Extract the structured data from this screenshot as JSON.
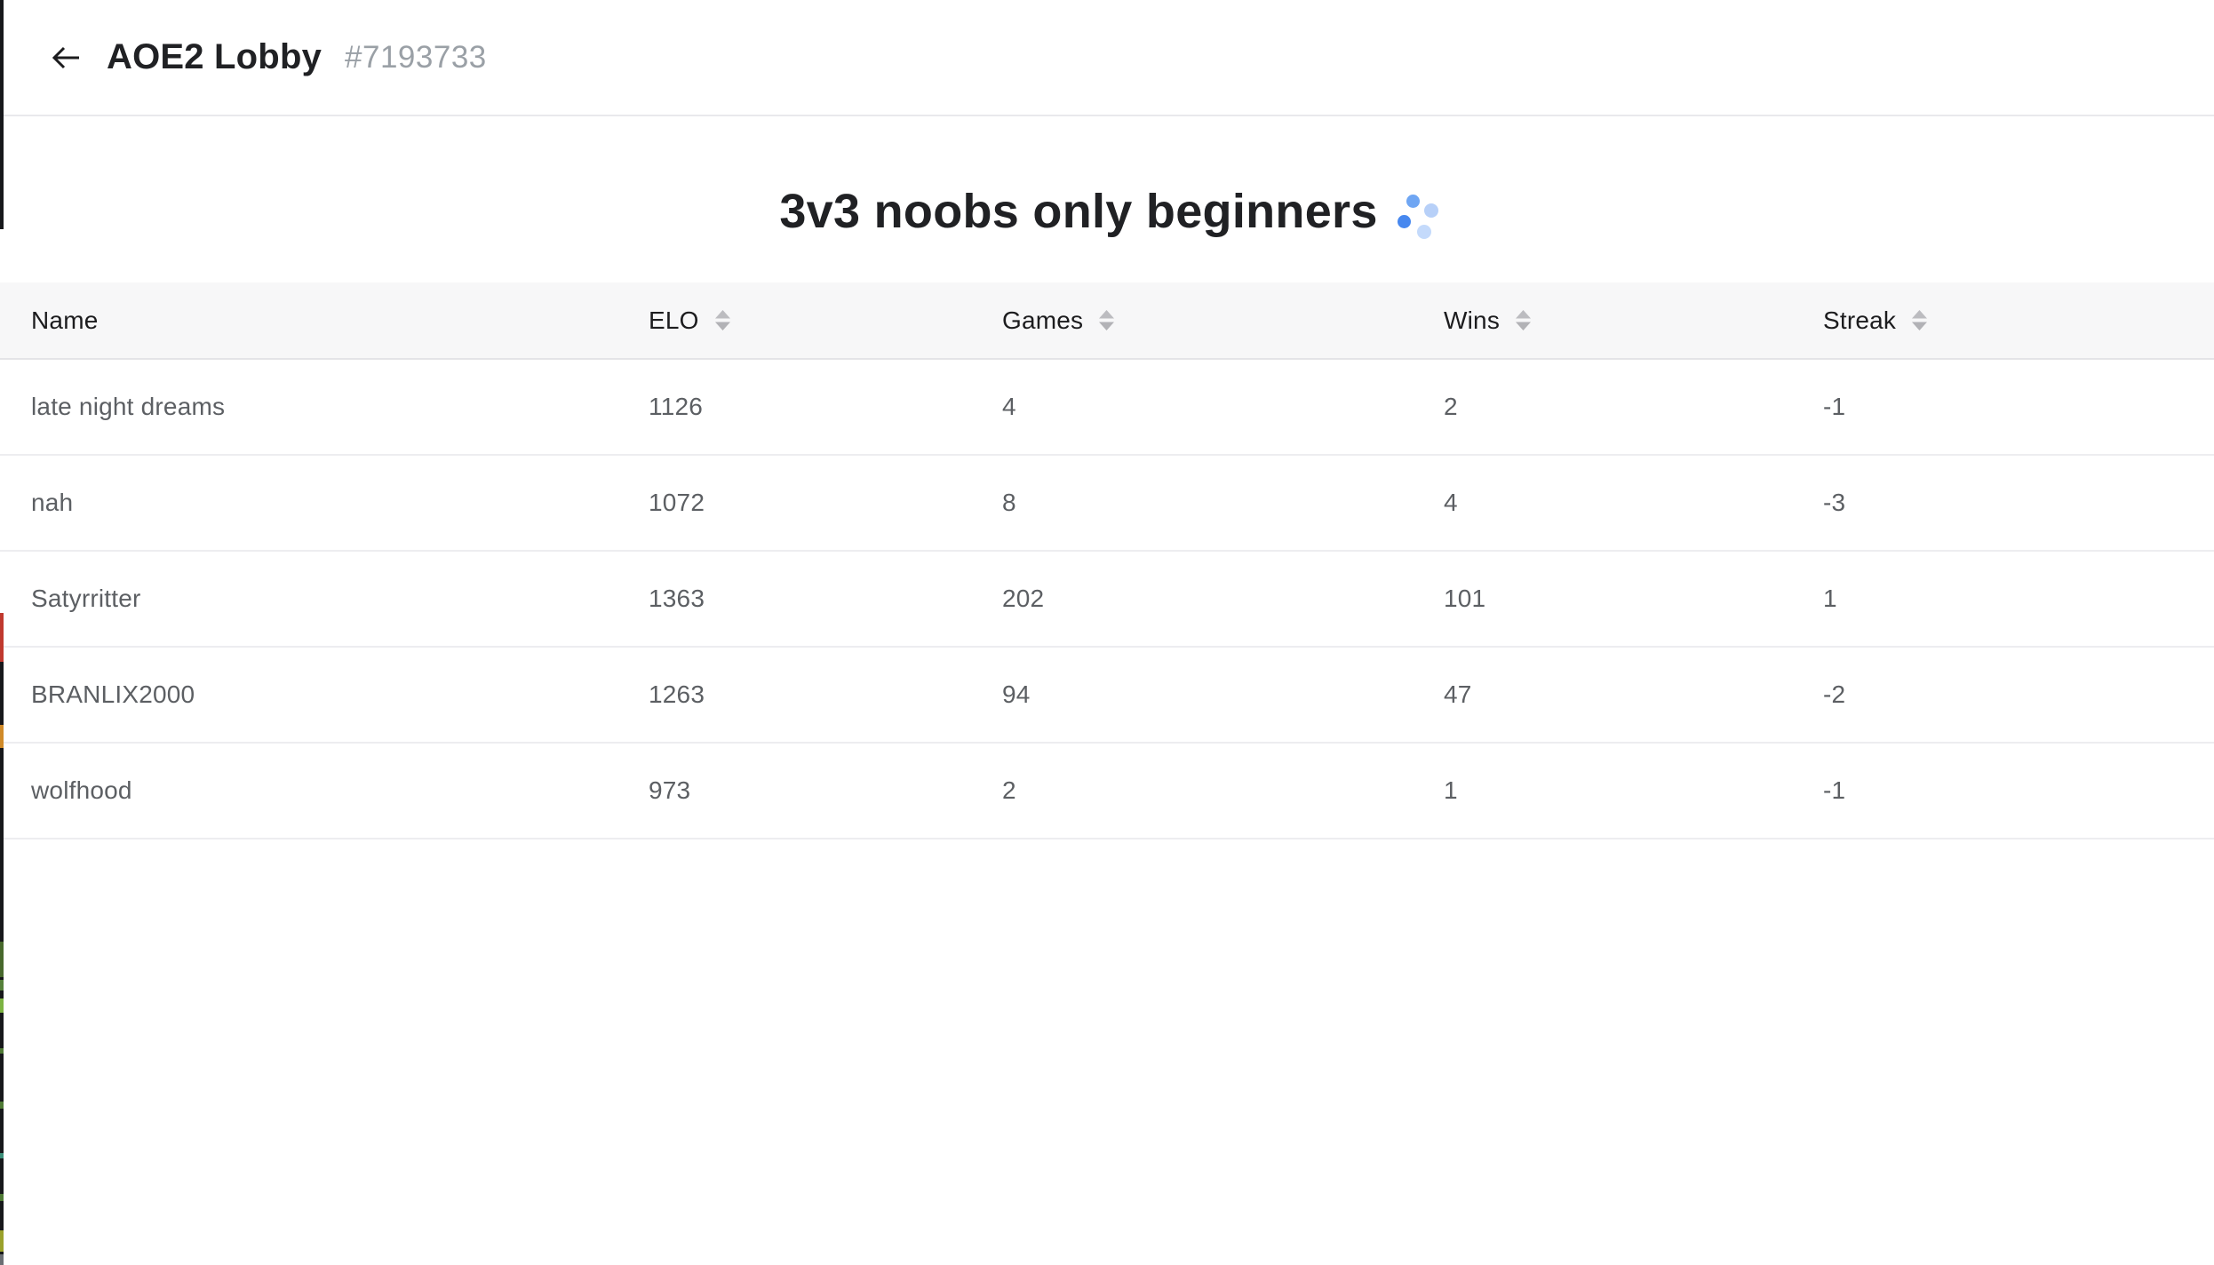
{
  "app_header": {
    "title": "AOE2 Lobby",
    "lobby_id": "#7193733"
  },
  "lobby": {
    "title": "3v3 noobs only beginners"
  },
  "table": {
    "columns": [
      {
        "key": "name",
        "label": "Name",
        "sortable": false
      },
      {
        "key": "elo",
        "label": "ELO",
        "sortable": true
      },
      {
        "key": "games",
        "label": "Games",
        "sortable": true
      },
      {
        "key": "wins",
        "label": "Wins",
        "sortable": true
      },
      {
        "key": "streak",
        "label": "Streak",
        "sortable": true
      }
    ],
    "rows": [
      {
        "name": "late night dreams",
        "elo": "1126",
        "games": "4",
        "wins": "2",
        "streak": "-1"
      },
      {
        "name": "nah",
        "elo": "1072",
        "games": "8",
        "wins": "4",
        "streak": "-3"
      },
      {
        "name": "Satyrritter",
        "elo": "1363",
        "games": "202",
        "wins": "101",
        "streak": "1"
      },
      {
        "name": "BRANLIX2000",
        "elo": "1263",
        "games": "94",
        "wins": "47",
        "streak": "-2"
      },
      {
        "name": "wolfhood",
        "elo": "973",
        "games": "2",
        "wins": "1",
        "streak": "-1"
      }
    ]
  },
  "icons": {
    "back": "arrow-left-icon",
    "sort": "sort-up-down-icon",
    "spinner": "loading-dots-icon"
  },
  "colors": {
    "spinner_blue_strong": "#4788ef",
    "spinner_blue_medium": "#6fa6f3",
    "spinner_blue_light": "#b7d0f8",
    "spinner_blue_pale": "#c4dafb",
    "table_header_bg": "#f7f7f8",
    "row_border": "#ededf0",
    "text_primary": "#202124",
    "text_secondary": "#5c5f63",
    "text_muted": "#9aa0a6",
    "sort_icon": "#b6b6ba"
  }
}
